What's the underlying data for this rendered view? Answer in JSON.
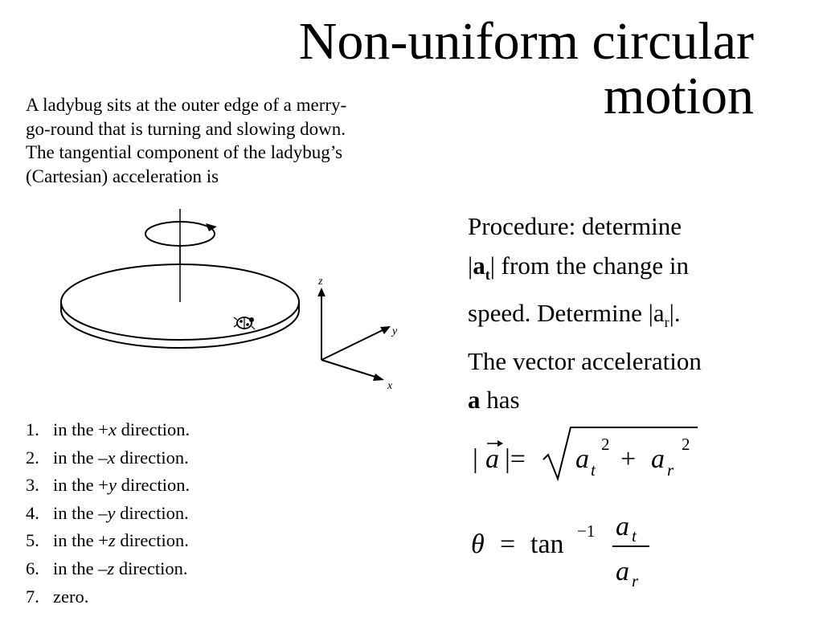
{
  "slide": {
    "title_line1": "Non-uniform circular",
    "title_line2": "motion"
  },
  "problem": {
    "lines": [
      "A ladybug sits at the outer edge of a merry-",
      "go-round that is turning and slowing down.",
      "The tangential component of the ladybug’s",
      "(Cartesian) acceleration is"
    ]
  },
  "figure": {
    "axis_z": "z",
    "axis_y": "y",
    "axis_x": "x"
  },
  "choices": [
    {
      "num": "1.",
      "prefix": "in the +",
      "var": "x",
      "suffix": " direction."
    },
    {
      "num": "2.",
      "prefix": "in the –",
      "var": "x",
      "suffix": " direction."
    },
    {
      "num": "3.",
      "prefix": "in the +",
      "var": "y",
      "suffix": " direction."
    },
    {
      "num": "4.",
      "prefix": "in the –",
      "var": "y",
      "suffix": " direction."
    },
    {
      "num": "5.",
      "prefix": "in the +",
      "var": "z",
      "suffix": " direction."
    },
    {
      "num": "6.",
      "prefix": "in the –",
      "var": "z",
      "suffix": " direction."
    },
    {
      "num": "7.",
      "prefix": "zero.",
      "var": "",
      "suffix": ""
    }
  ],
  "procedure": {
    "line1": "Procedure:  determine",
    "line2_bar_open": "|",
    "line2_bold": "a",
    "line2_sub": "t",
    "line2_rest": "| from the change in",
    "line3_text": "speed.  Determine |a",
    "line3_sub": "r",
    "line3_end": "|.",
    "line4": "The vector acceleration",
    "line5_bold": "a",
    "line5_rest": " has"
  },
  "equations": {
    "magnitude": {
      "bar_left": "|",
      "vec": "a",
      "bar_eq": "|=",
      "a_t": "a",
      "sub_t": "t",
      "sq1": "2",
      "plus": "+",
      "a_r": "a",
      "sub_r": "r",
      "sq2": "2"
    },
    "angle": {
      "theta": "θ",
      "equals": "=",
      "tan": "tan",
      "inv": "−1",
      "num_a": "a",
      "num_sub": "t",
      "den_a": "a",
      "den_sub": "r"
    }
  }
}
